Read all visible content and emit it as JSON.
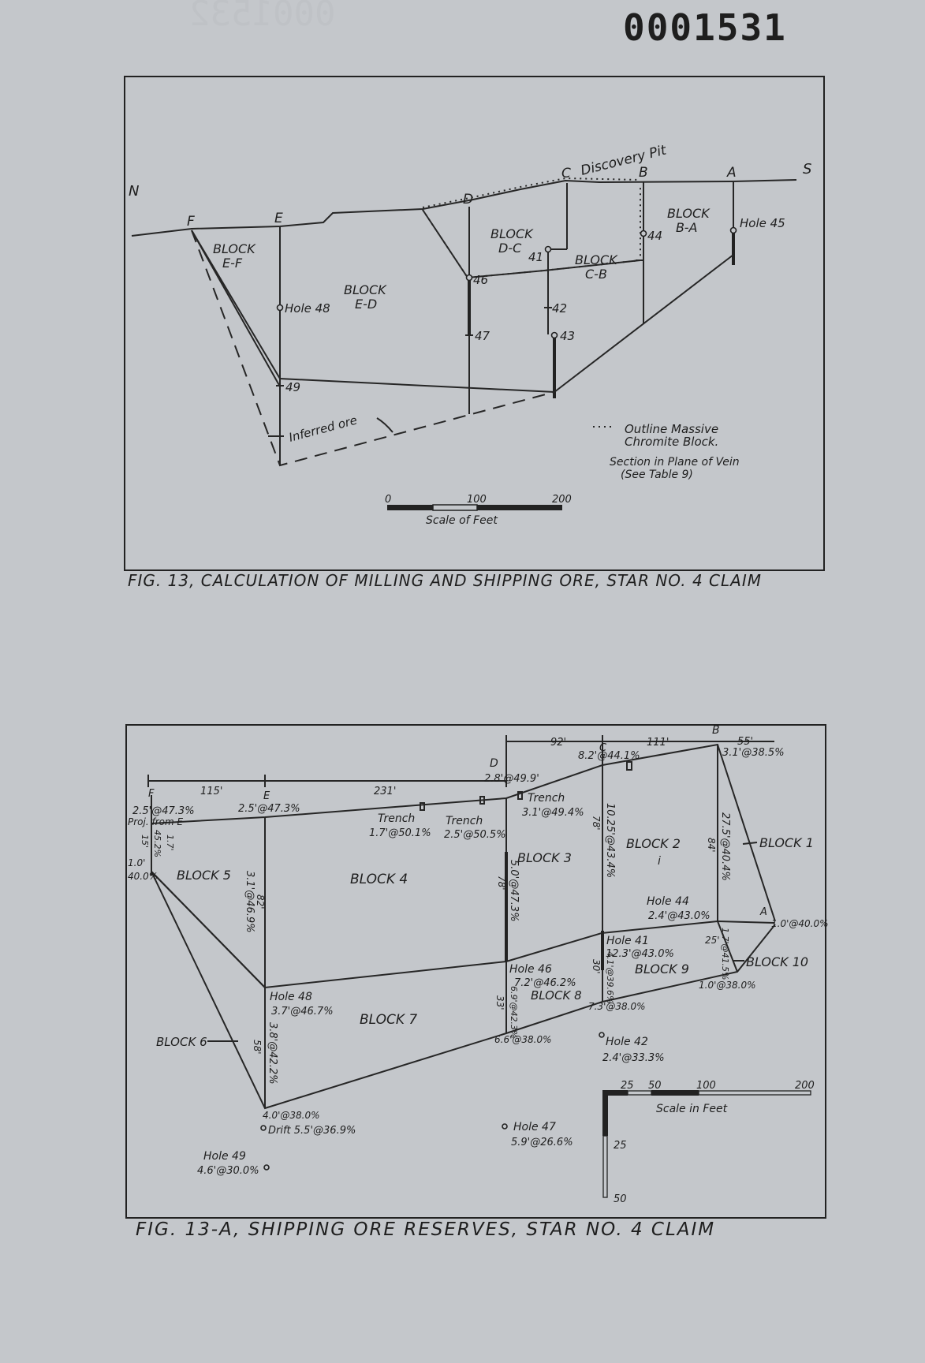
{
  "page_number": "0001531",
  "page_number_ghost": "0001532",
  "fig13": {
    "caption": "FIG. 13, CALCULATION OF MILLING AND SHIPPING ORE, STAR NO. 4 CLAIM",
    "north": "N",
    "south": "S",
    "points": {
      "f": "F",
      "e": "E",
      "d": "D",
      "c": "C",
      "b": "B",
      "a": "A"
    },
    "discovery_pit": "Discovery Pit",
    "blocks": {
      "ef": [
        "BLOCK",
        "E-F"
      ],
      "ed": [
        "BLOCK",
        "E-D"
      ],
      "dc": [
        "BLOCK",
        "D-C"
      ],
      "cb": [
        "BLOCK",
        "C-B"
      ],
      "ba": [
        "BLOCK",
        "B-A"
      ]
    },
    "holes": {
      "h48": "Hole 48",
      "h45": "Hole 45",
      "n49": "49",
      "n46": "46",
      "n47": "47",
      "n41": "41",
      "n42": "42",
      "n43": "43",
      "n44": "44"
    },
    "inferred_ore": "Inferred ore",
    "legend": {
      "line1": "Outline Massive",
      "line2": "Chromite Block.",
      "note1": "Section in Plane of Vein",
      "note2": "(See Table 9)"
    },
    "scale": {
      "t0": "0",
      "t100": "100",
      "t200": "200",
      "label": "Scale of Feet"
    }
  },
  "fig13a": {
    "caption": "FIG. 13-A, SHIPPING ORE RESERVES, STAR NO. 4 CLAIM",
    "points": {
      "f": "F",
      "e": "E",
      "d": "D",
      "c": "C",
      "b": "B",
      "a": "A"
    },
    "dimensions": {
      "fe": "115'",
      "ed": "231'",
      "dc": "92'",
      "cb": "111'",
      "ba": "55'"
    },
    "assays_top": {
      "f1": "2.5'@47.3%",
      "f2": "Proj. from E",
      "e": "2.5'@47.3%",
      "d": "2.8'@49.9'",
      "c": "8.2'@44.1%",
      "b": "3.1'@38.5%",
      "a": "1.0'@40.0%"
    },
    "trenches": {
      "t1": "Trench",
      "t1v": "1.7'@50.1%",
      "t2": "Trench",
      "t2v": "2.5'@50.5%",
      "t3": "Trench",
      "t3v": "3.1'@49.4%"
    },
    "left_values": {
      "a": "1.7'",
      "b": "45.2%",
      "c": "15'",
      "d": "1.0'",
      "e": "40.0%"
    },
    "vertical_values": {
      "e_assay": "3.1'@46.9%",
      "e_len": "82'",
      "d_assay": "5.0'@47.3%",
      "d_len": "78'",
      "c_assay": "10.25'@43.4%",
      "c_len": "78'",
      "b_assay": "27.5'@40.4%",
      "b_len": "84'",
      "b_low_assay": "1.7'@41.5%",
      "b_low_len": "25'",
      "c_low_assay": "4.1'@39.6%",
      "c_low_len": "30'",
      "d_low_assay": "6.9'@42.3%",
      "d_low_len": "33'",
      "e_low_assay": "3.8'@42.2%",
      "e_low_len": "58'"
    },
    "blocks": {
      "b1": "BLOCK 1",
      "b2": "BLOCK 2",
      "b2i": "i",
      "b3": "BLOCK 3",
      "b4": "BLOCK 4",
      "b5": "BLOCK 5",
      "b6": "BLOCK 6",
      "b7": "BLOCK 7",
      "b8": "BLOCK 8",
      "b9": "BLOCK 9",
      "b10": "BLOCK 10"
    },
    "holes": {
      "h44": "Hole 44",
      "h44v": "2.4'@43.0%",
      "h41": "Hole 41",
      "h41v": "12.3'@43.0%",
      "h46": "Hole 46",
      "h46v": "7.2'@46.2%",
      "h48": "Hole 48",
      "h48v": "3.7'@46.7%",
      "h42": "Hole 42",
      "h42v": "2.4'@33.3%",
      "h47": "Hole 47",
      "h47v": "5.9'@26.6%",
      "h49": "Hole 49",
      "h49v": "4.6'@30.0%"
    },
    "bottom_values": {
      "b10v": "1.0'@38.0%",
      "c73": "7.3'@38.0%",
      "d66": "6.6'@38.0%",
      "e40": "4.0'@38.0%",
      "drift": "Drift 5.5'@36.9%"
    },
    "scale": {
      "t25": "25",
      "t50": "50",
      "t100": "100",
      "t200": "200",
      "label": "Scale in Feet",
      "v25": "25",
      "v50": "50"
    }
  }
}
